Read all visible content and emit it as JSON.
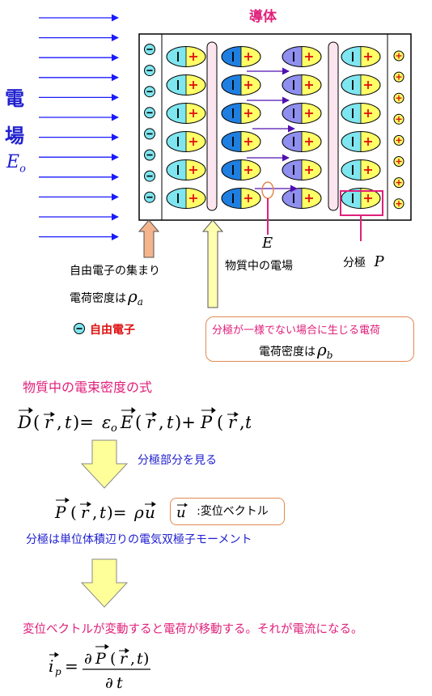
{
  "title_conductor": "導体",
  "field_label_1": "電",
  "field_label_2": "場",
  "field_symbol": "E",
  "field_symbol_sub": "o",
  "label_free_cluster": "自由電子の集まり",
  "label_charge_density_a": "電荷密度は",
  "rho_a_symbol": "ρ",
  "rho_a_sub": "a",
  "label_material_field": "物質中の電場",
  "E_symbol": "E",
  "label_polarization": "分極",
  "P_symbol": "P",
  "label_free_electron": "自由電子",
  "box_line_1": "分極が一様でない場合に生じる電荷",
  "box_line_2": "電荷密度は",
  "rho_b_symbol": "ρ",
  "rho_b_sub": "b",
  "heading_flux": "物質中の電束密度の式",
  "step_look": "分極部分を見る",
  "u_box_label": "変位ベクトル",
  "desc_dipole": "分極は単位体積辺りの電気双極子モーメント",
  "desc_current": "変位ベクトルが変動すると電荷が移動する。それが電流になる。",
  "minus_sign": "−",
  "plus_sign": "+",
  "colors": {
    "field_arrow": "#1a1aff",
    "magenta": "#e0207a",
    "red": "#e01010",
    "blue_text": "#2020d0",
    "inner_arrow": "#5010b0",
    "cyan": "#7fe6f0",
    "yellow": "#ffff66",
    "pink_fill": "#fbe6ef",
    "orange_arrow": "#f4b48c",
    "yellow_arrow": "#ffffb0"
  }
}
